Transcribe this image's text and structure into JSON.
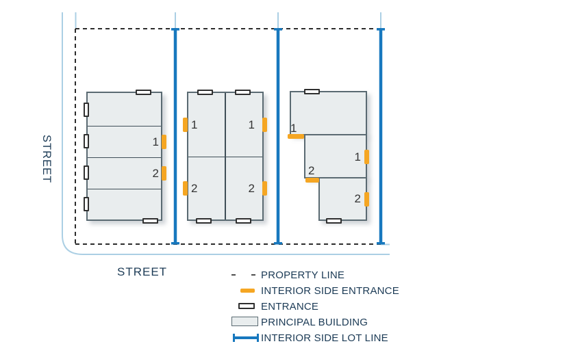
{
  "streets": {
    "left": "STREET",
    "bottom": "STREET"
  },
  "legend": [
    {
      "label": "PROPERTY LINE"
    },
    {
      "label": "INTERIOR SIDE ENTRANCE"
    },
    {
      "label": "ENTRANCE"
    },
    {
      "label": "PRINCIPAL BUILDING"
    },
    {
      "label": "INTERIOR SIDE LOT LINE"
    }
  ],
  "buildings": {
    "left": {
      "marker1": "1",
      "marker2": "2"
    },
    "middle": {
      "top_left": "1",
      "top_right": "1",
      "bottom_left": "2",
      "bottom_right": "2"
    },
    "right": {
      "step1": "1",
      "side1": "1",
      "step2": "2",
      "side2": "2"
    }
  },
  "colors": {
    "interior_side_entrance": "#F5A623",
    "interior_side_lot_line": "#1778BE",
    "principal_building_fill": "#E9EDEE",
    "building_outline": "#5A6A72",
    "property_line": "#2B2B2B",
    "street_curb_line": "#ABCFE4",
    "text": "#1B3A55"
  }
}
